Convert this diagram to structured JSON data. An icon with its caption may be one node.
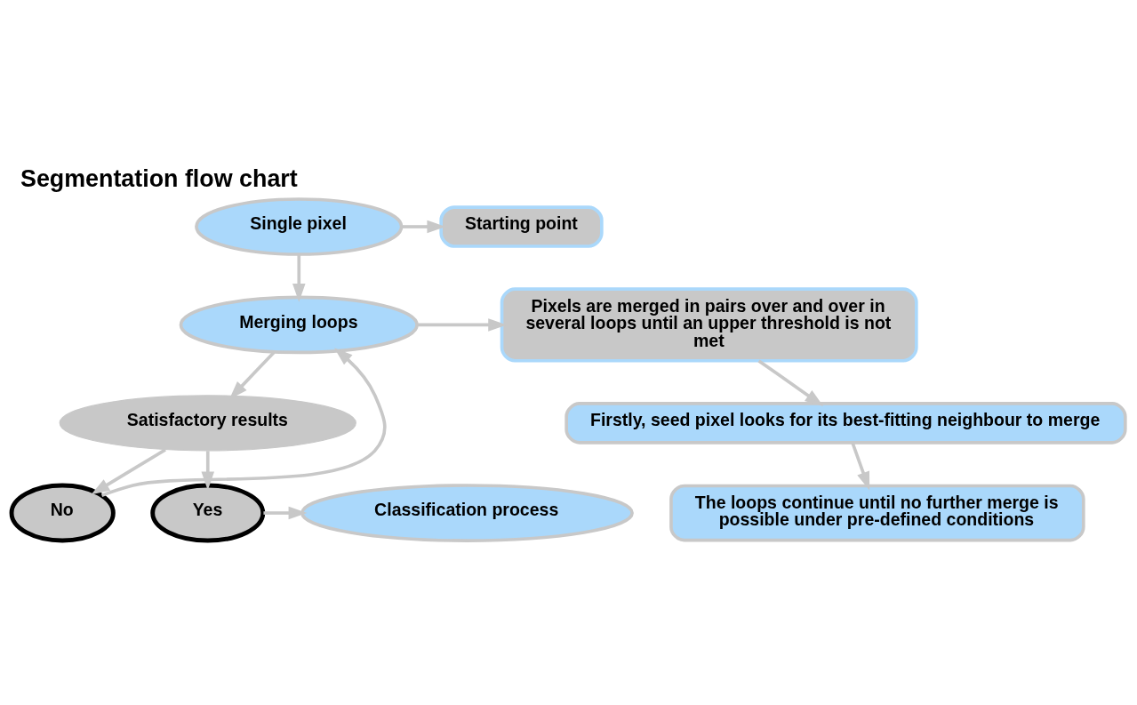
{
  "diagram": {
    "title": "Segmentation flow chart",
    "nodes": [
      {
        "text": [
          "Single pixel"
        ]
      },
      {
        "text": [
          "Starting point"
        ]
      },
      {
        "text": [
          "Merging loops"
        ]
      },
      {
        "text": [
          "Pixels are merged in pairs over and over in several loops until an upper threshold is not met"
        ]
      },
      {
        "text": [
          "Firstly, seed pixel looks for its best-fitting neighbour to merge"
        ]
      },
      {
        "text": [
          "The loops continue until no further merge is possible under pre-defined conditions"
        ]
      },
      {
        "text": [
          "Satisfactory results"
        ]
      },
      {
        "text": [
          "No"
        ]
      },
      {
        "text": [
          "Yes"
        ]
      },
      {
        "text": [
          "Classification process"
        ]
      }
    ],
    "edges": [
      {
        "from": 0,
        "to": 1,
        "arrow": "to"
      },
      {
        "from": 0,
        "to": 2,
        "arrow": "to"
      },
      {
        "from": 2,
        "to": 3,
        "arrow": "to"
      },
      {
        "from": 3,
        "to": 4,
        "arrow": "to"
      },
      {
        "from": 4,
        "to": 5,
        "arrow": "to"
      },
      {
        "from": 2,
        "to": 6,
        "arrow": "to"
      },
      {
        "from": 6,
        "to": 7,
        "arrow": "to"
      },
      {
        "from": 6,
        "to": 8,
        "arrow": "to"
      },
      {
        "from": 7,
        "to": 2,
        "arrow": "to"
      },
      {
        "from": 8,
        "to": 9,
        "arrow": "to"
      }
    ]
  }
}
